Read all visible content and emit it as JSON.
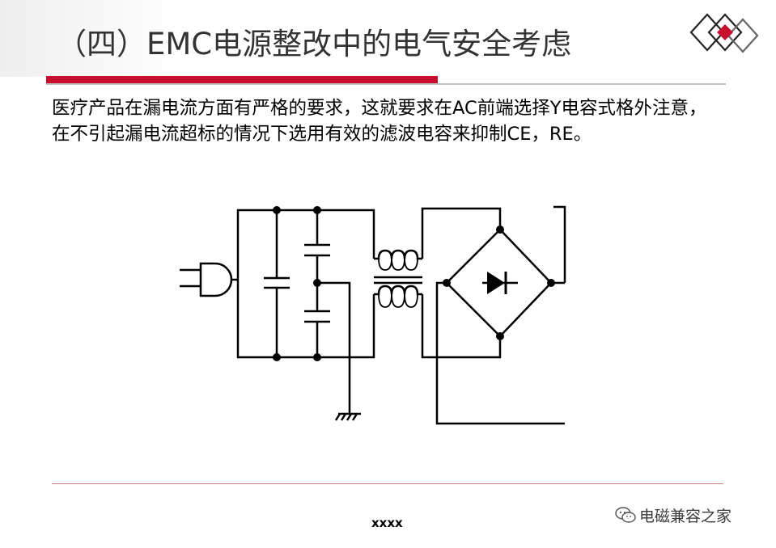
{
  "slide": {
    "title": "（四）EMC电源整改中的电气安全考虑",
    "body_text": "医疗产品在漏电流方面有严格的要求，这就要求在AC前端选择Y电容式格外注意，在不引起漏电流超标的情况下选用有效的滤波电容来抑制CE，RE。",
    "footer": "xxxx",
    "watermark": "电磁兼容之家"
  },
  "colors": {
    "accent_red": "#c8102e",
    "title_text": "#333333",
    "divider_grey": "#bdbdbd"
  },
  "icons": {
    "logo": "diamond-logo-icon",
    "watermark": "wechat-icon"
  }
}
